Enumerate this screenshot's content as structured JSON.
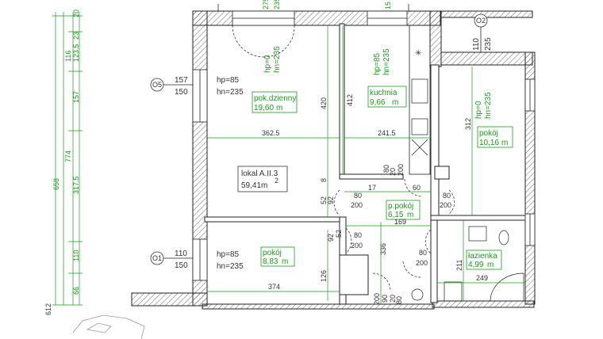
{
  "apartment": {
    "name": "lokal A.II.3",
    "area": "59,41m",
    "area_sup": "2"
  },
  "rooms": [
    {
      "id": "living",
      "name": "pok.dzienny",
      "area": "19,60",
      "unit": "m"
    },
    {
      "id": "kitchen",
      "name": "kuchnia",
      "area": "9,66",
      "unit": "m"
    },
    {
      "id": "room1",
      "name": "pokój",
      "area": "10,16",
      "unit": "m"
    },
    {
      "id": "hall",
      "name": "p.pokój",
      "area": "6,15",
      "unit": "m"
    },
    {
      "id": "room2",
      "name": "pokój",
      "area": "8,83",
      "unit": "m"
    },
    {
      "id": "bath",
      "name": "łazienka",
      "area": "4,99",
      "unit": "m"
    }
  ],
  "heights": {
    "living": {
      "hp": "hp=85",
      "hn": "hn=235"
    },
    "living_door": {
      "hp": "hp=0",
      "hn": "hn=235"
    },
    "kitchen": {
      "hp": "hp=85",
      "hn": "hn=235"
    },
    "room1": {
      "hp": "hp=0",
      "hn": "hn=235"
    },
    "room2": {
      "hp": "hp=85",
      "hn": "hn=235"
    }
  },
  "window_tags": [
    {
      "label": "O5",
      "w": "157",
      "h": "150"
    },
    {
      "label": "O1",
      "w": "110",
      "h": "150"
    },
    {
      "label": "O2",
      "w": "110",
      "h": "235"
    }
  ],
  "dimensions": {
    "living_width": "362.5",
    "kitchen_width": "241.5",
    "living_height": "420",
    "kitchen_height": "412",
    "room1_height": "312",
    "room2_width": "374",
    "room2_height": "126",
    "hall_width": "169",
    "hall_height": "336",
    "bath_width": "249",
    "bath_height": "211",
    "wall_8": "8",
    "d17": "17",
    "d60": "60",
    "d52a": "52",
    "d52b": "52",
    "d92a": "92",
    "d92b": "92",
    "d90": "90",
    "d20": "20",
    "d20b": "20",
    "d275": "275",
    "d235top": "235",
    "d15": "15",
    "doors": [
      {
        "w": "80",
        "h": "200"
      },
      {
        "w": "80",
        "h": "200"
      },
      {
        "w": "80",
        "h": "200"
      },
      {
        "w": "80",
        "h": "200"
      },
      {
        "w": "80",
        "h": "200"
      },
      {
        "w": "80",
        "h": "200"
      }
    ]
  },
  "left_chain": {
    "outer": [
      "20",
      "23",
      "116",
      "123.5",
      "157",
      "317.5",
      "110",
      "66"
    ],
    "total_a": "774",
    "total_b": "658",
    "bottom": "612"
  }
}
